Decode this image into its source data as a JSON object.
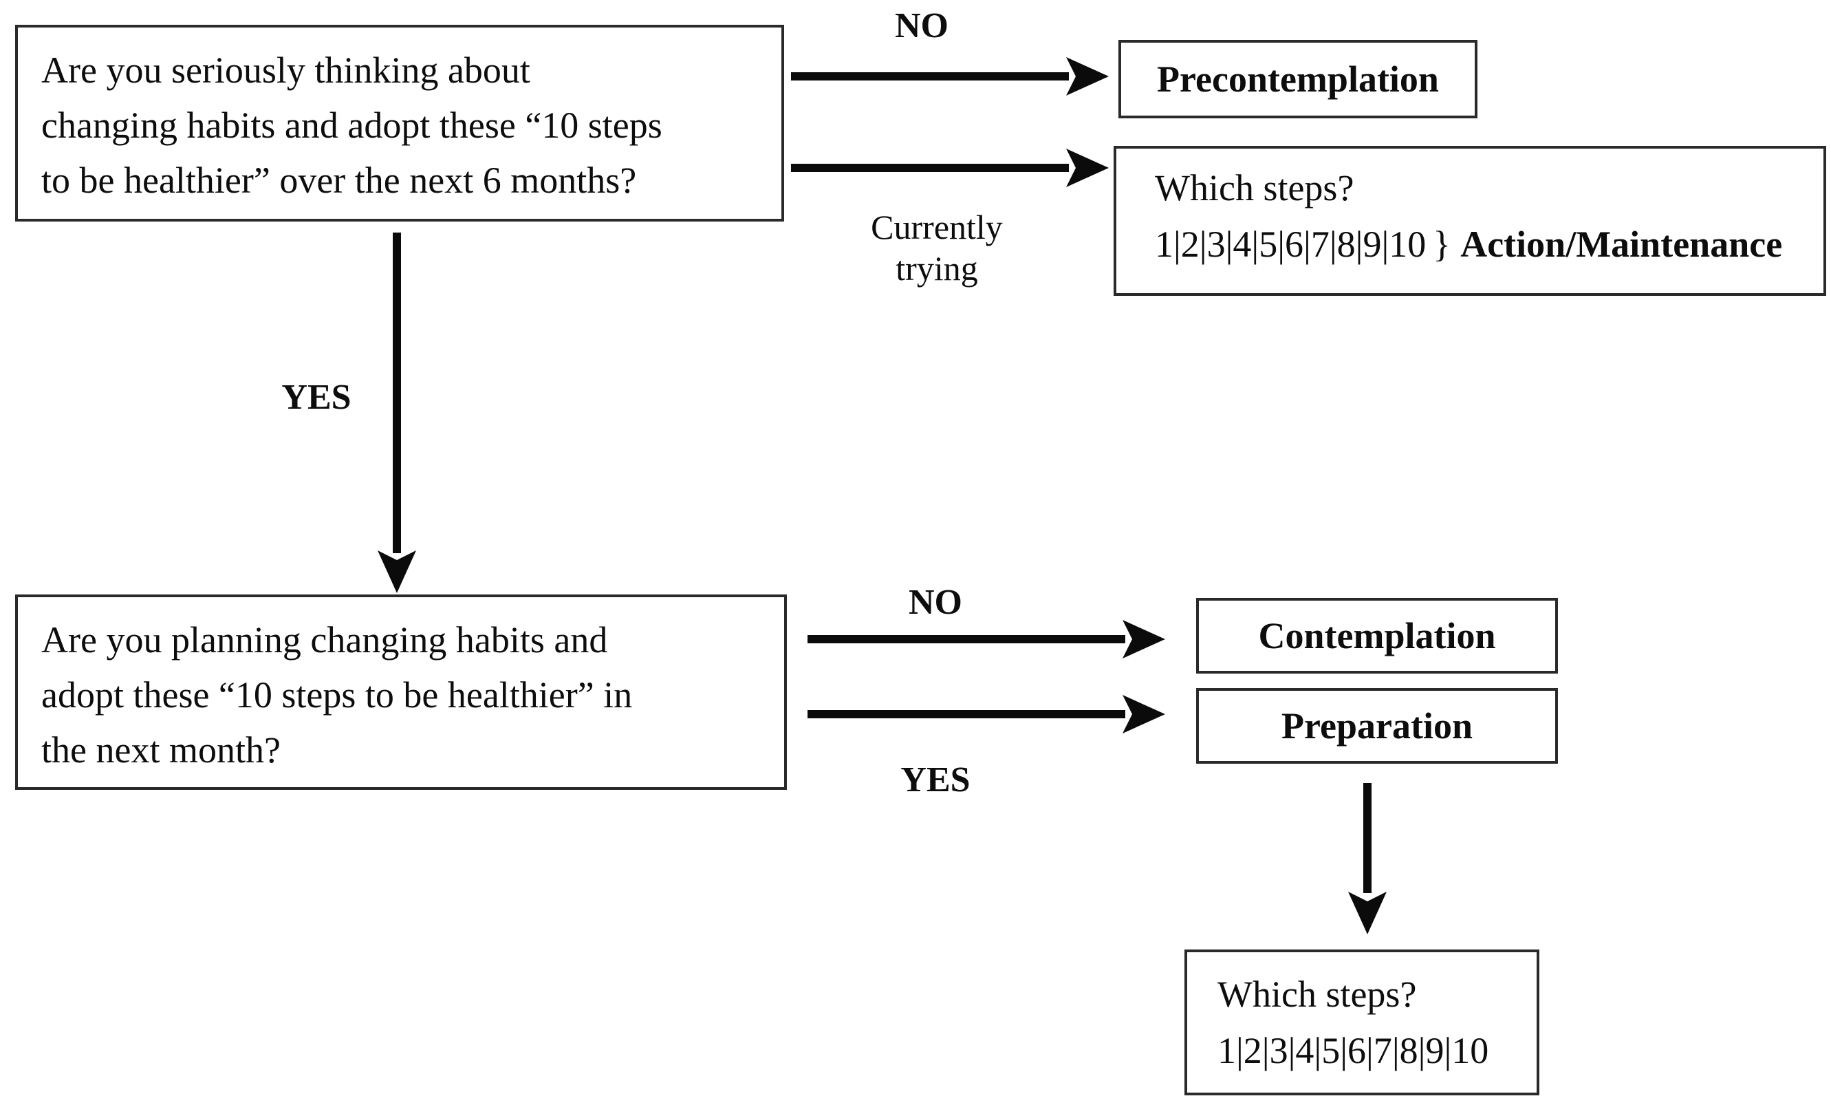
{
  "q1": {
    "lines": [
      "Are you seriously thinking about",
      "changing habits and adopt these “10 steps",
      "to be healthier” over the next 6 months?"
    ]
  },
  "q2": {
    "lines": [
      "Are you planning changing habits and",
      "adopt these “10 steps to be healthier” in",
      "the next month?"
    ]
  },
  "labels": {
    "no1": "NO",
    "currently_trying": {
      "lines": [
        "Currently",
        "trying"
      ]
    },
    "yes1": "YES",
    "no2": "NO",
    "yes2": "YES"
  },
  "stages": {
    "precontemplation": "Precontemplation",
    "contemplation": "Contemplation",
    "preparation": "Preparation"
  },
  "action_box": {
    "question": "Which steps?",
    "steps": "1|2|3|4|5|6|7|8|9|10",
    "brace": "}",
    "stage": "Action/Maintenance"
  },
  "final_box": {
    "question": "Which steps?",
    "steps": "1|2|3|4|5|6|7|8|9|10"
  },
  "colors": {
    "ink": "#0d0d0d",
    "box_border": "#2a2a2a",
    "background": "#ffffff"
  }
}
